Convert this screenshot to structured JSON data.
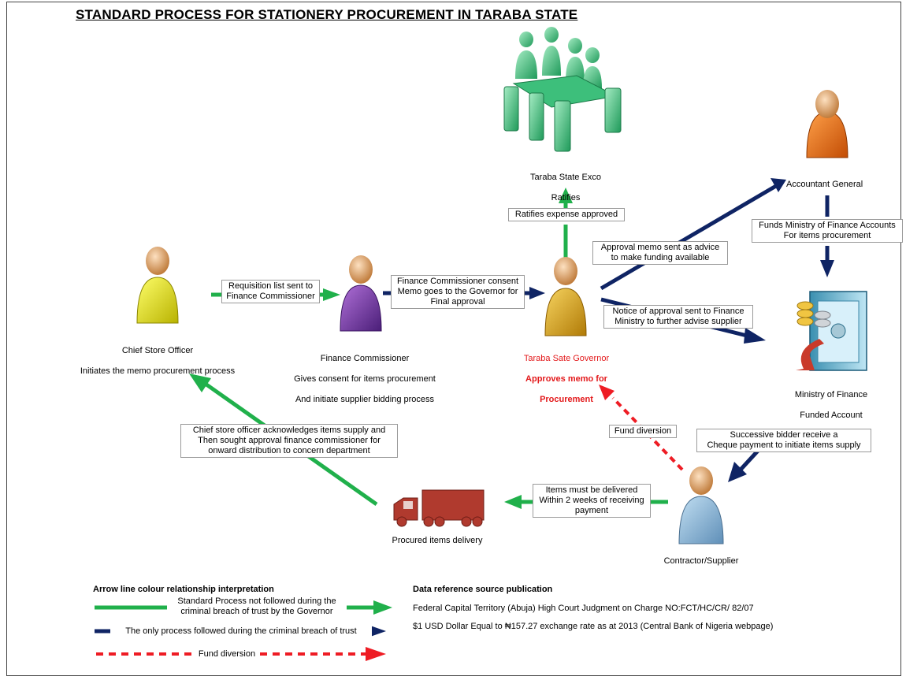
{
  "title": "STANDARD PROCESS FOR STATIONERY PROCUREMENT IN TARABA STATE",
  "colors": {
    "green": "#20b04b",
    "navy": "#0f2464",
    "red": "#ee1c24"
  },
  "nodes": {
    "exco": {
      "icon": "meeting-people-icon",
      "line1": "Taraba State Exco",
      "line2": "Ratifies"
    },
    "accountant": {
      "icon": "person-orange-icon",
      "label": "Accountant General"
    },
    "chief_store": {
      "icon": "person-yellow-icon",
      "line1": "Chief Store Officer",
      "line2": "Initiates the memo procurement process"
    },
    "finance_commissioner": {
      "icon": "person-purple-icon",
      "line1": "Finance Commissioner",
      "line2": "Gives consent for items procurement",
      "line3": "And initiate supplier bidding process"
    },
    "governor": {
      "icon": "person-gold-icon",
      "line1": "Taraba Sate Governor",
      "line2": "Approves memo for",
      "line3": "Procurement"
    },
    "ministry": {
      "icon": "safe-coins-icon",
      "line1": "Ministry of Finance",
      "line2": "Funded Account"
    },
    "contractor": {
      "icon": "person-blue-icon",
      "label": "Contractor/Supplier"
    },
    "delivery": {
      "icon": "truck-icon",
      "label": "Procured items delivery"
    }
  },
  "edges": {
    "requisition": "Requisition list sent to\nFinance  Commissioner",
    "consent": "Finance Commissioner consent\nMemo goes to the Governor for\nFinal approval",
    "ratifies": "Ratifies expense approved",
    "approval_memo": "Approval memo sent as advice\nto make funding available",
    "notice": "Notice of approval sent to Finance\nMinistry to further advise supplier",
    "funds": "Funds Ministry of Finance Accounts\nFor items procurement",
    "bidder": "Successive bidder receive a\nCheque payment to initiate items supply",
    "fund_diversion": "Fund diversion",
    "delivered": "Items must be delivered\nWithin 2 weeks of receiving\npayment",
    "acknowledge": "Chief store officer acknowledges items supply and\nThen sought approval finance commissioner for\nonward  distribution to concern department"
  },
  "legend": {
    "title": "Arrow line colour relationship interpretation",
    "green": "Standard Process not followed during the\ncriminal breach of trust by the Governor",
    "navy": "The only process followed during the criminal breach of trust",
    "red": "Fund diversion"
  },
  "source": {
    "title": "Data reference source publication",
    "line1": "Federal Capital Territory (Abuja) High Court Judgment on Charge NO:FCT/HC/CR/ 82/07",
    "line2": "$1 USD Dollar Equal to ₦157.27 exchange rate as at 2013 (Central Bank of Nigeria webpage)"
  }
}
